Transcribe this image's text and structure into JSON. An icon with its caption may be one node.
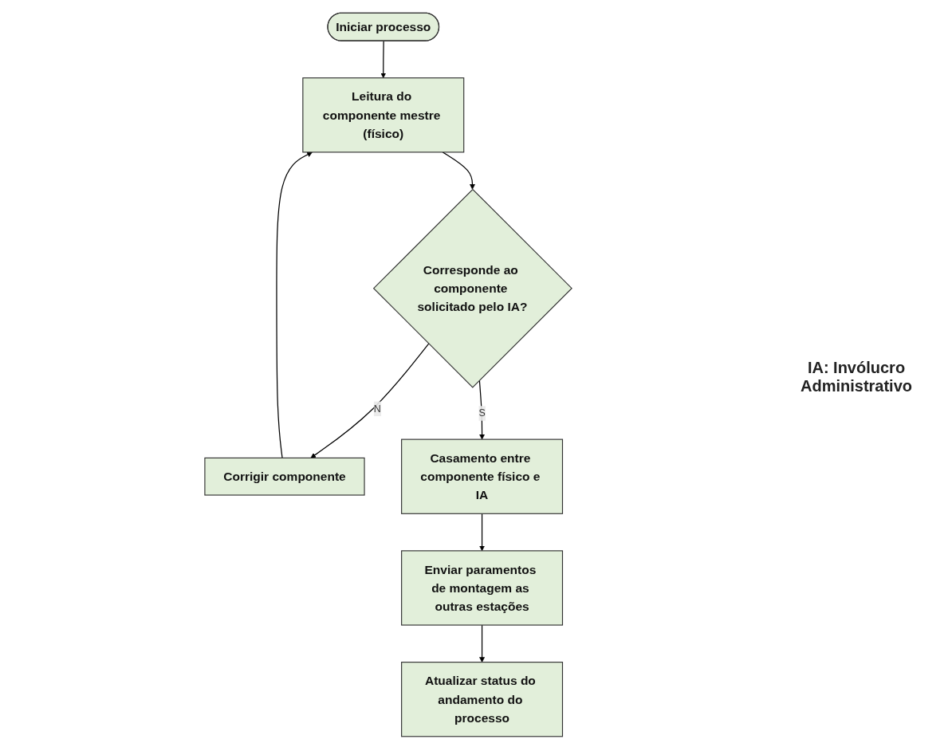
{
  "diagram": {
    "nodes": [
      {
        "text": [
          "Iniciar processo"
        ]
      },
      {
        "text": [
          "Leitura do componente mestre (físico)"
        ]
      },
      {
        "text": [
          "Corresponde ao componente solicitado pelo IA?"
        ]
      },
      {
        "text": [
          "Corrigir componente"
        ]
      },
      {
        "text": [
          "Casamento entre componente físico e IA"
        ]
      },
      {
        "text": [
          "Enviar paramentos de montagem as outras estações"
        ]
      },
      {
        "text": [
          "Atualizar status do andamento do processo"
        ]
      }
    ],
    "edges": [
      {
        "from": 0,
        "to": 1,
        "arrow": "to"
      },
      {
        "from": 1,
        "to": 2,
        "arrow": "to"
      },
      {
        "from": 2,
        "to": 3,
        "arrow": "to",
        "label": "N"
      },
      {
        "from": 3,
        "to": 1,
        "arrow": "to"
      },
      {
        "from": 2,
        "to": 4,
        "arrow": "to",
        "label": "S"
      },
      {
        "from": 4,
        "to": 5,
        "arrow": "to"
      },
      {
        "from": 5,
        "to": 6,
        "arrow": "to"
      }
    ],
    "labels": [
      "IA: Invólucro Administrativo"
    ]
  }
}
